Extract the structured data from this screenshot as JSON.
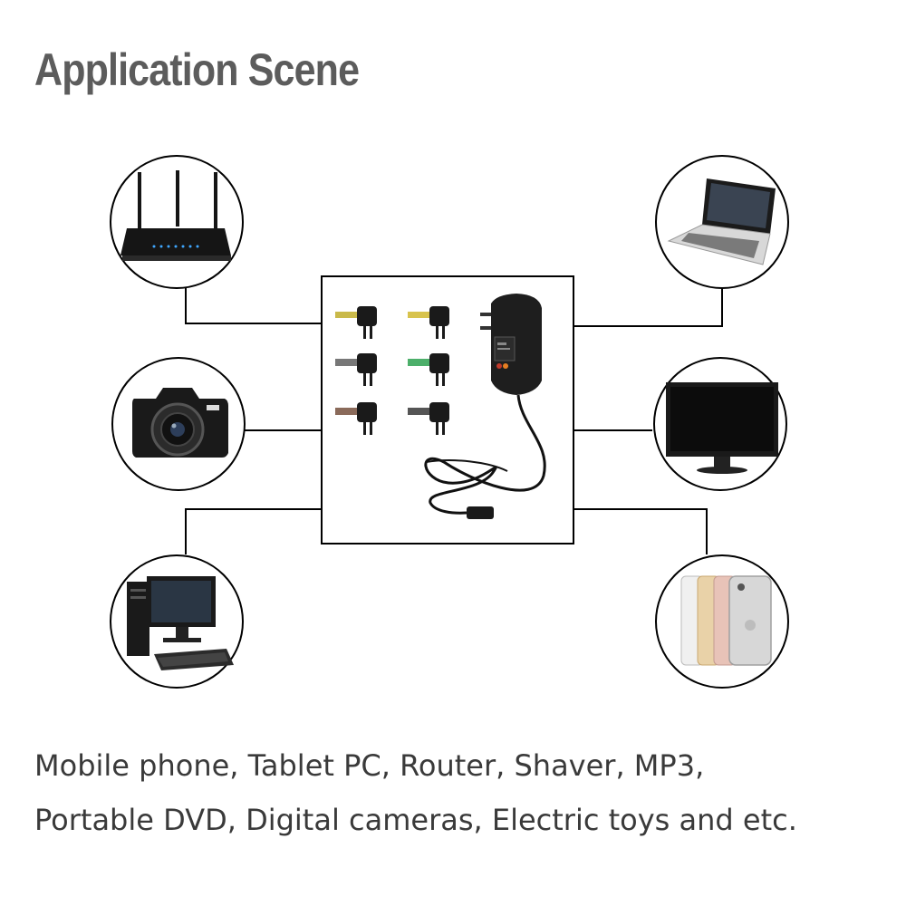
{
  "title": "Application Scene",
  "caption_lines": [
    "Mobile phone, Tablet PC, Router, Shaver, MP3,",
    "Portable DVD, Digital cameras, Electric toys and etc."
  ],
  "devices": [
    {
      "name": "router-icon"
    },
    {
      "name": "camera-icon"
    },
    {
      "name": "desktop-pc-icon"
    },
    {
      "name": "laptop-icon"
    },
    {
      "name": "monitor-icon"
    },
    {
      "name": "smartphones-icon"
    }
  ],
  "colors": {
    "title": "#5c5c5c",
    "caption": "#3a3a3a",
    "lines": "#000000",
    "device_dark": "#1a1a1a"
  }
}
